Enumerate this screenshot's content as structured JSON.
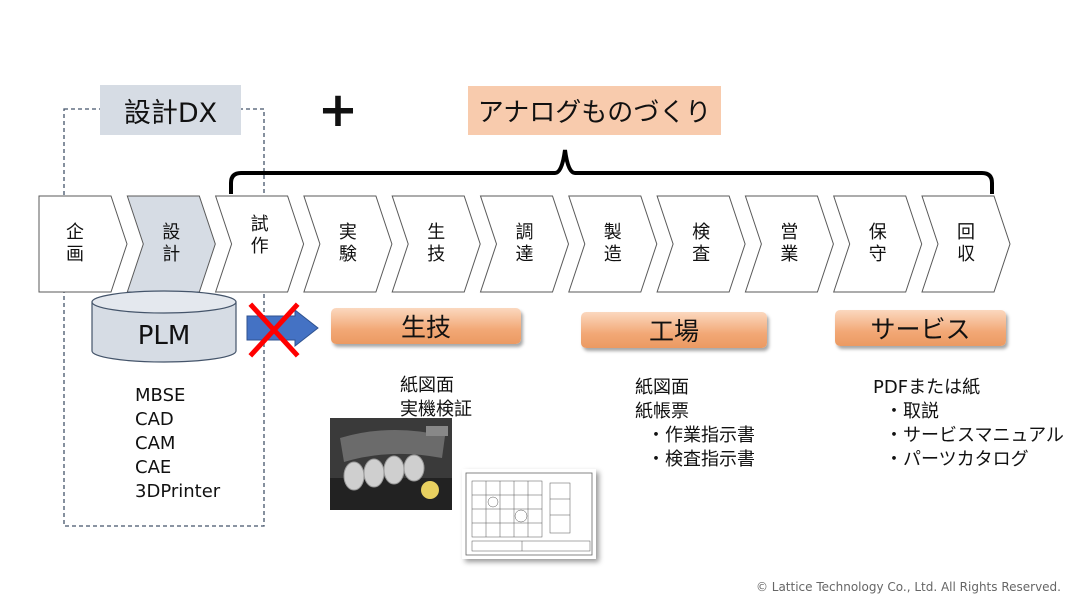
{
  "labels": {
    "design_dx": "設計DX",
    "plus": "+",
    "analog": "アナログものづくり"
  },
  "steps": [
    {
      "line1": "企",
      "line2": "画"
    },
    {
      "line1": "設",
      "line2": "計"
    },
    {
      "line1": "試",
      "line2": "作"
    },
    {
      "line1": "実",
      "line2": "験"
    },
    {
      "line1": "生",
      "line2": "技"
    },
    {
      "line1": "調",
      "line2": "達"
    },
    {
      "line1": "製",
      "line2": "造"
    },
    {
      "line1": "検",
      "line2": "査"
    },
    {
      "line1": "営",
      "line2": "業"
    },
    {
      "line1": "保",
      "line2": "守"
    },
    {
      "line1": "回",
      "line2": "収"
    }
  ],
  "plm": {
    "label": "PLM"
  },
  "tools": [
    "MBSE",
    "CAD",
    "CAM",
    "CAE",
    "3DPrinter"
  ],
  "categories": {
    "seigi": "生技",
    "kojo": "工場",
    "service": "サービス"
  },
  "notes": {
    "seigi": [
      "紙図面",
      "実機検証"
    ],
    "kojo": [
      "紙図面",
      "紙帳票",
      "・作業指示書",
      "・検査指示書"
    ],
    "service": [
      "PDFまたは紙",
      "・取説",
      "・サービスマニュアル",
      "・パーツカタログ"
    ]
  },
  "colors": {
    "dx_bg": "#d6dce4",
    "analog_bg": "#f8cbad",
    "category_orange": "#f4b183",
    "plm_cylinder": "#d6dce4",
    "arrow_blue": "#4472c4",
    "cross_red": "#ff0000",
    "selected_step": "#d6dce4"
  },
  "copyright": "© Lattice Technology Co., Ltd. All Rights Reserved."
}
